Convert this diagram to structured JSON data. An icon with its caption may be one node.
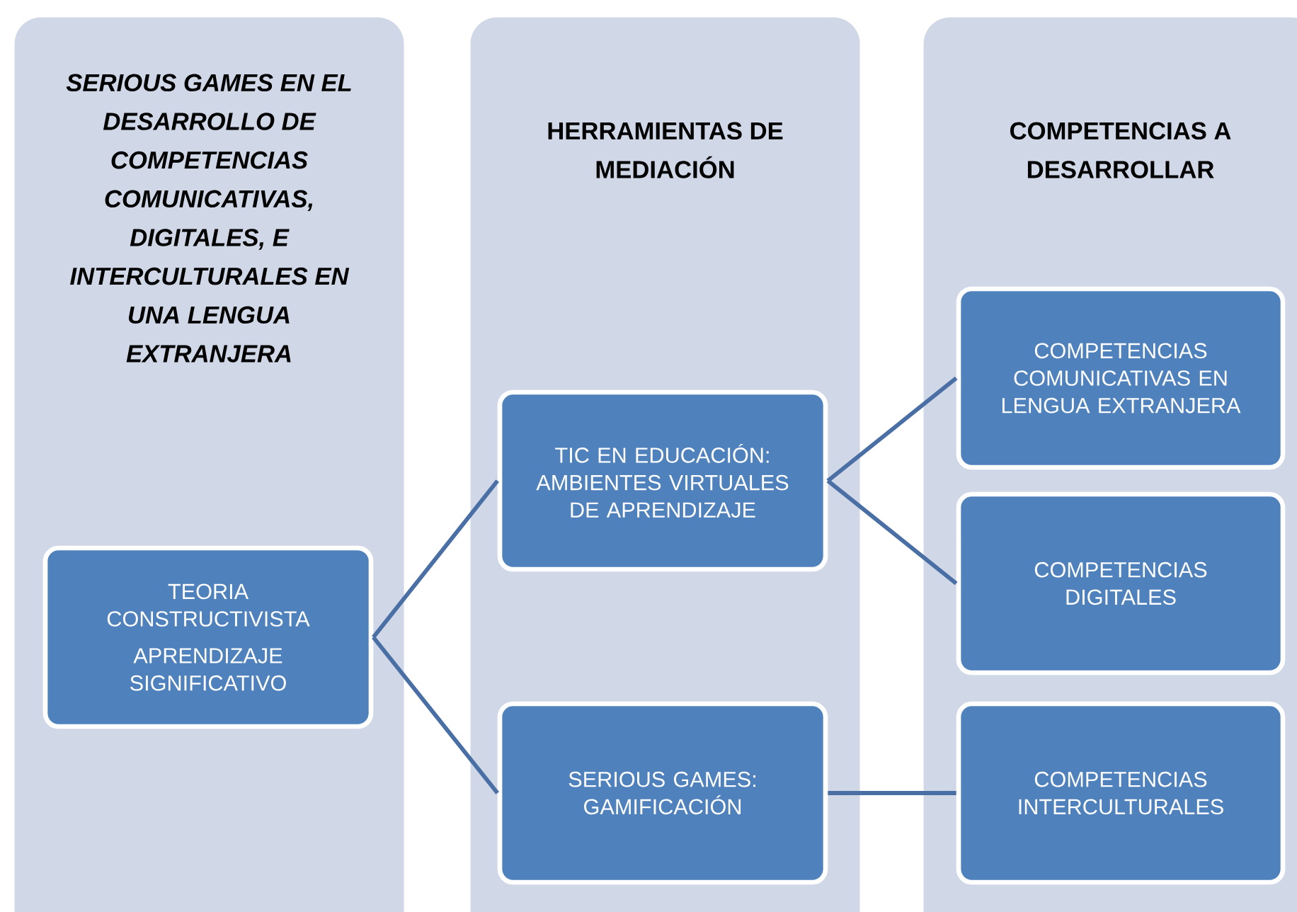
{
  "diagram": {
    "nodes": [
      {
        "text": [
          "SERIOUS GAMES EN EL DESARROLLO DE COMPETENCIAS COMUNICATIVAS, DIGITALES, E INTERCULTURALES EN UNA LENGUA EXTRANJERA"
        ]
      },
      {
        "text": [
          "HERRAMIENTAS DE MEDIACIÓN"
        ]
      },
      {
        "text": [
          "COMPETENCIAS A DESARROLLAR"
        ]
      },
      {
        "text": [
          "TEORIA CONSTRUCTIVISTA",
          "APRENDIZAJE SIGNIFICATIVO"
        ],
        "in": 0
      },
      {
        "text": [
          "TIC EN EDUCACIÓN: AMBIENTES VIRTUALES DE APRENDIZAJE"
        ],
        "in": 1
      },
      {
        "text": [
          "SERIOUS GAMES: GAMIFICACIÓN"
        ],
        "in": 1
      },
      {
        "text": [
          "COMPETENCIAS COMUNICATIVAS EN LENGUA EXTRANJERA"
        ],
        "in": 2
      },
      {
        "text": [
          "COMPETENCIAS DIGITALES"
        ],
        "in": 2
      },
      {
        "text": [
          "COMPETENCIAS INTERCULTURALES"
        ],
        "in": 2
      }
    ],
    "edges": [
      {
        "from": 3,
        "to": 4,
        "arrow": "none"
      },
      {
        "from": 3,
        "to": 5,
        "arrow": "none"
      },
      {
        "from": 4,
        "to": 6,
        "arrow": "none"
      },
      {
        "from": 4,
        "to": 7,
        "arrow": "none"
      },
      {
        "from": 5,
        "to": 8,
        "arrow": "none"
      }
    ]
  }
}
